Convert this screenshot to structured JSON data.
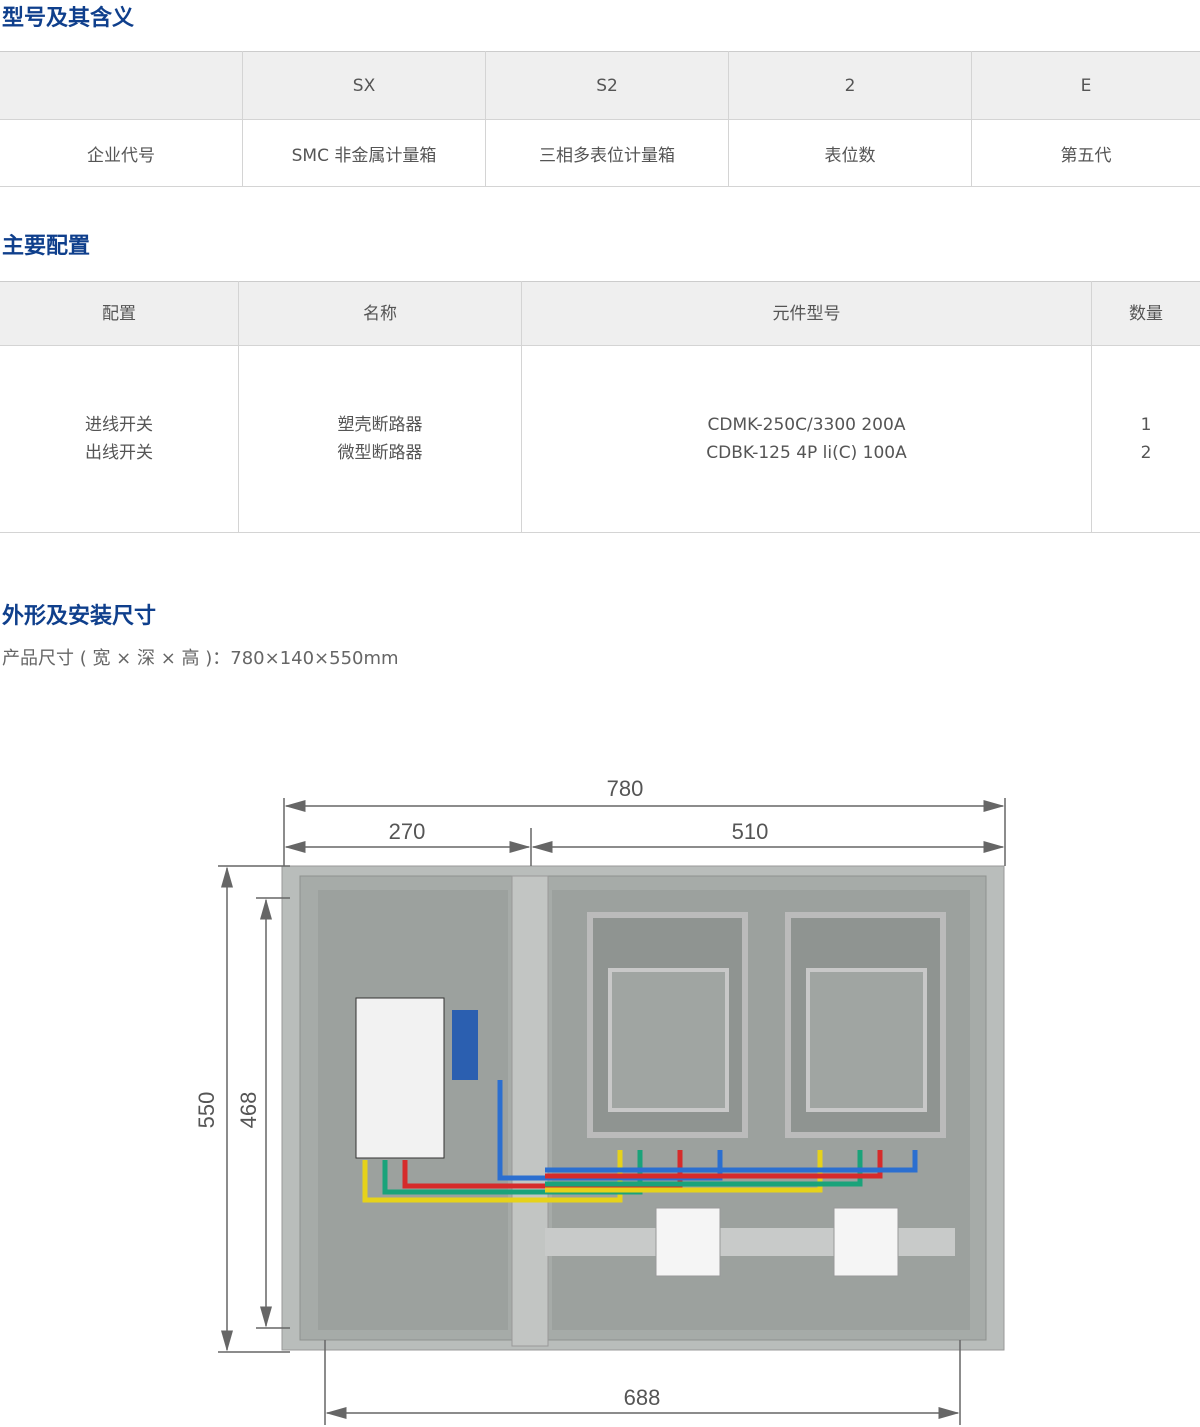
{
  "section1": {
    "title": "型号及其含义",
    "header": [
      "",
      "SX",
      "S2",
      "2",
      "E"
    ],
    "meaning": [
      "企业代号",
      "SMC 非金属计量箱",
      "三相多表位计量箱",
      "表位数",
      "第五代"
    ]
  },
  "section2": {
    "title": "主要配置",
    "headers": [
      "配置",
      "名称",
      "元件型号",
      "数量"
    ],
    "rows": [
      {
        "config": "进线开关",
        "name": "塑壳断路器",
        "model": "CDMK-250C/3300 200A",
        "qty": "1"
      },
      {
        "config": "出线开关",
        "name": "微型断路器",
        "model": "CDBK-125 4P li(C) 100A",
        "qty": "2"
      }
    ]
  },
  "section3": {
    "title": "外形及安装尺寸",
    "spec": "产品尺寸 ( 宽 × 深 × 高 )：780×140×550mm"
  },
  "dimensions": {
    "total_width": "780",
    "left_width": "270",
    "right_width": "510",
    "total_height": "550",
    "inner_height": "468",
    "mount_width": "688"
  }
}
